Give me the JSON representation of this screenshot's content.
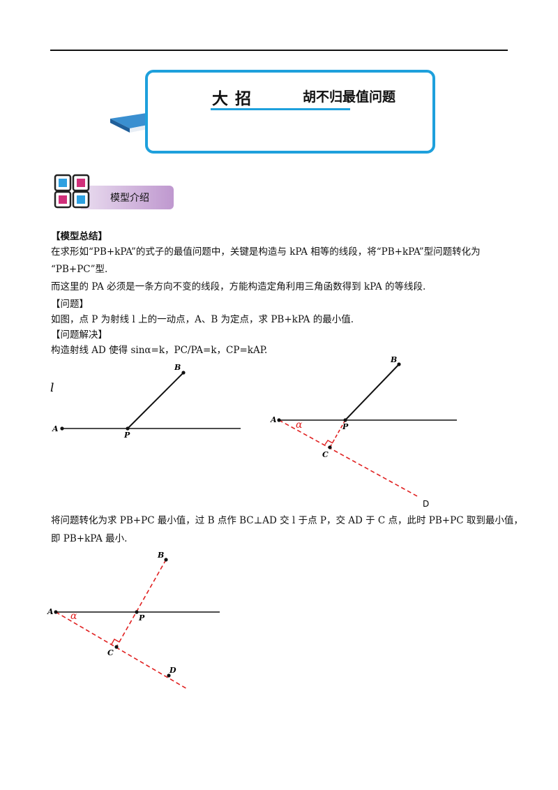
{
  "banner": {
    "label": "大招",
    "title": "胡不归最值问题"
  },
  "section": {
    "label": "模型介绍"
  },
  "body": {
    "summary_heading": "【模型总结】",
    "p1_line1": "在求形如“PB+kPA”的式子的最值问题中，关键是构造与 kPA 相等的线段，将“PB+kPA”型问题转化为",
    "p1_line2": "“PB+PC”型.",
    "p2": "而这里的 PA 必须是一条方向不变的线段，方能构造定角利用三角函数得到 kPA 的等线段.",
    "question_heading": "【问题】",
    "question": "如图，点 P 为射线 l 上的一动点，A、B 为定点，求 PB+kPA 的最小值.",
    "solution_heading": "【问题解决】",
    "solution": "构造射线 AD 使得 sinα=k，PC/PA=k，CP=kAP.",
    "conclusion_line1": "将问题转化为求 PB+PC 最小值，过 B 点作 BC⊥AD 交 l 于点 P，交 AD 于 C 点，此时 PB+PC 取到最小值，",
    "conclusion_line2": "即 PB+kPA 最小."
  },
  "figures": {
    "fig1": {
      "l": "l",
      "A": "A",
      "B": "B",
      "P": "P"
    },
    "fig2": {
      "A": "A",
      "B": "B",
      "P": "P",
      "C": "C",
      "D": "D",
      "alpha": "α"
    },
    "fig3": {
      "A": "A",
      "B": "B",
      "P": "P",
      "C": "C",
      "D": "D",
      "alpha": "α"
    }
  },
  "colors": {
    "banner_border": "#1ea0dc",
    "construction_red": "#e02020",
    "section_band": "#c9a6d8"
  }
}
